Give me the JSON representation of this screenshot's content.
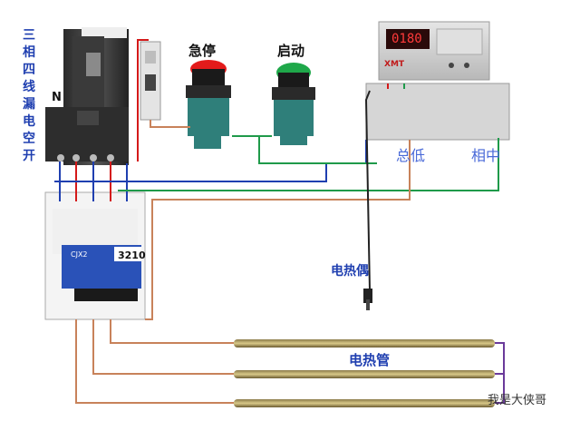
{
  "labels": {
    "breaker_vertical": "三相四线漏电空开",
    "neutral": "N",
    "emergency_stop": "急停",
    "start": "启动",
    "thermocouple": "电热偶",
    "heating_tube": "电热管",
    "contactor_model": "3210",
    "contactor_brand": "CJX2",
    "terminal_left": "总低",
    "terminal_right": "相中",
    "meter_brand": "XMT",
    "meter_reading": "0180",
    "watermark": "我是大侠哥"
  },
  "colors": {
    "wire_blue": "#1f3fb0",
    "wire_red": "#d41a1a",
    "wire_green": "#1f9a4a",
    "wire_tan": "#c8825a",
    "label_blue": "#1f3fb0",
    "button_red": "#e31b1b",
    "button_green": "#1fa84a",
    "contactor_blue": "#2a52b8"
  }
}
